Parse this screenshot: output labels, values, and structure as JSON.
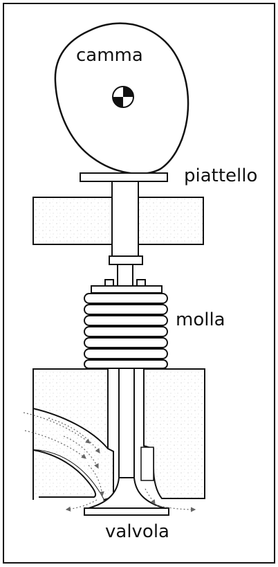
{
  "labels": {
    "cam": "camma",
    "plate": "piattello",
    "spring": "molla",
    "valve": "valvola"
  },
  "colors": {
    "ink": "#111111",
    "paper": "#ffffff",
    "texture": "#bdbdbd"
  }
}
